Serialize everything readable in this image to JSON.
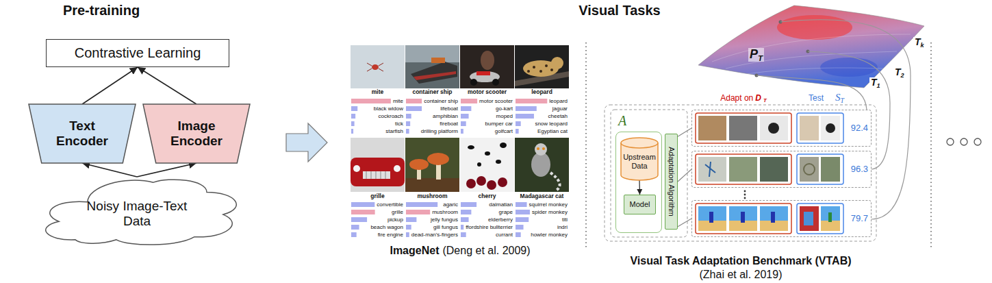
{
  "diagram": {
    "nodes": [
      {
        "text": [
          "Contrastive Learning"
        ]
      },
      {
        "text": [
          "Text Encoder"
        ]
      },
      {
        "text": [
          "Image Encoder"
        ]
      },
      {
        "text": [
          "Noisy Image-Text Data"
        ]
      },
      {
        "text": [
          "A"
        ]
      },
      {
        "text": [
          "Upstream Data"
        ],
        "in": 4
      },
      {
        "text": [
          "Model"
        ],
        "in": 4
      },
      {
        "text": [
          "Adaptation Algorithm"
        ]
      },
      {
        "text": [
          "92.4"
        ]
      },
      {
        "text": [
          "96.3"
        ]
      },
      {
        "text": [
          "79.7"
        ]
      }
    ],
    "edges": [
      {
        "from": 3,
        "to": 1,
        "arrow": "to"
      },
      {
        "from": 3,
        "to": 2,
        "arrow": "to"
      },
      {
        "from": 1,
        "to": 0,
        "arrow": "to"
      },
      {
        "from": 2,
        "to": 0,
        "arrow": "to"
      },
      {
        "from": 5,
        "to": 6,
        "arrow": "to"
      },
      {
        "from": 7,
        "to": 8,
        "arrow": "none"
      },
      {
        "from": 7,
        "to": 9,
        "arrow": "none"
      },
      {
        "from": 7,
        "to": 10,
        "arrow": "none"
      }
    ],
    "labels": [
      "Pre-training",
      "Visual Tasks",
      "mite",
      "mite",
      "black widow",
      "cockroach",
      "tick",
      "starfish",
      "container ship",
      "container ship",
      "lifeboat",
      "amphibian",
      "fireboat",
      "drilling platform",
      "motor scooter",
      "motor scooter",
      "go-kart",
      "moped",
      "bumper car",
      "golfcart",
      "leopard",
      "leopard",
      "jaguar",
      "cheetah",
      "snow leopard",
      "Egyptian cat",
      "grille",
      "convertible",
      "grille",
      "pickup",
      "beach wagon",
      "fire engine",
      "mushroom",
      "agaric",
      "mushroom",
      "jelly fungus",
      "gill fungus",
      "dead-man's-fingers",
      "cherry",
      "dalmatian",
      "grape",
      "elderberry",
      "ffordshire bullterrier",
      "currant",
      "Madagascar cat",
      "squirrel monkey",
      "spider monkey",
      "titi",
      "indri",
      "howler monkey",
      "ImageNet",
      "(Deng et al. 2009)",
      "Visual Task Adaptation Benchmark (VTAB)",
      "(Zhai et al. 2019)",
      "P",
      "T",
      "T",
      "k",
      "T",
      "2",
      "T",
      "1",
      "Adapt on",
      "D",
      "T",
      "Test",
      "S",
      "T"
    ]
  }
}
